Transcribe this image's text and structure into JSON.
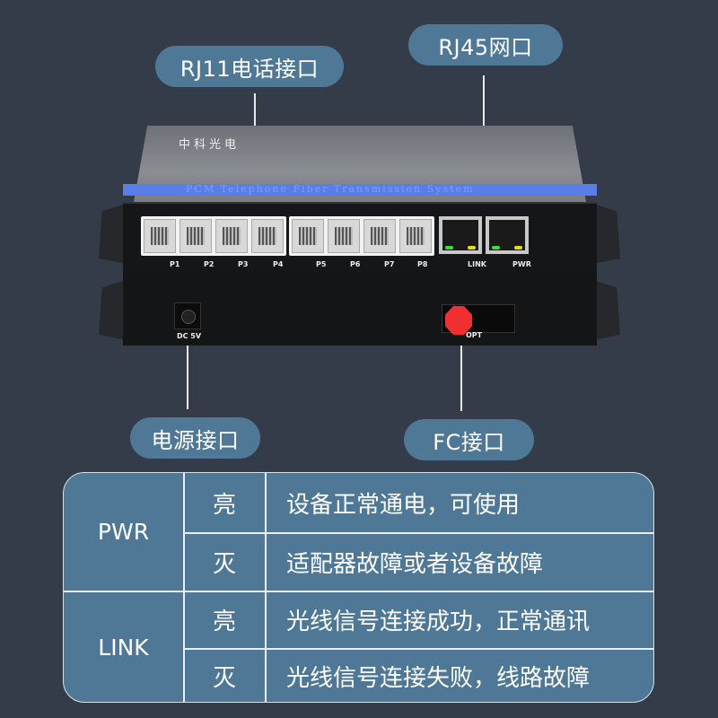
{
  "callouts": {
    "rj11": "RJ11电话接口",
    "rj45": "RJ45网口",
    "power": "电源接口",
    "fc": "FC接口"
  },
  "device": {
    "brand": "中科光电",
    "stripe_text": "PCM Telephone Fiber Transmission System",
    "phone_ports": [
      "P1",
      "P2",
      "P3",
      "P4",
      "P5",
      "P6",
      "P7",
      "P8"
    ],
    "ethernet_ports": [
      "LINK",
      "PWR"
    ],
    "dc_label": "DC 5V",
    "opt_label": "OPT",
    "colors": {
      "stripe": "#5a7ee8",
      "fc_connector": "#f03030",
      "led_green": "#3cdc3c",
      "led_yellow": "#e8d820"
    }
  },
  "table": {
    "groups": [
      {
        "indicator": "PWR",
        "rows": [
          {
            "state": "亮",
            "meaning": "设备正常通电，可使用"
          },
          {
            "state": "灭",
            "meaning": "适配器故障或者设备故障"
          }
        ]
      },
      {
        "indicator": "LINK",
        "rows": [
          {
            "state": "亮",
            "meaning": "光线信号连接成功，正常通讯"
          },
          {
            "state": "灭",
            "meaning": "光线信号连接失败，线路故障"
          }
        ]
      }
    ]
  }
}
